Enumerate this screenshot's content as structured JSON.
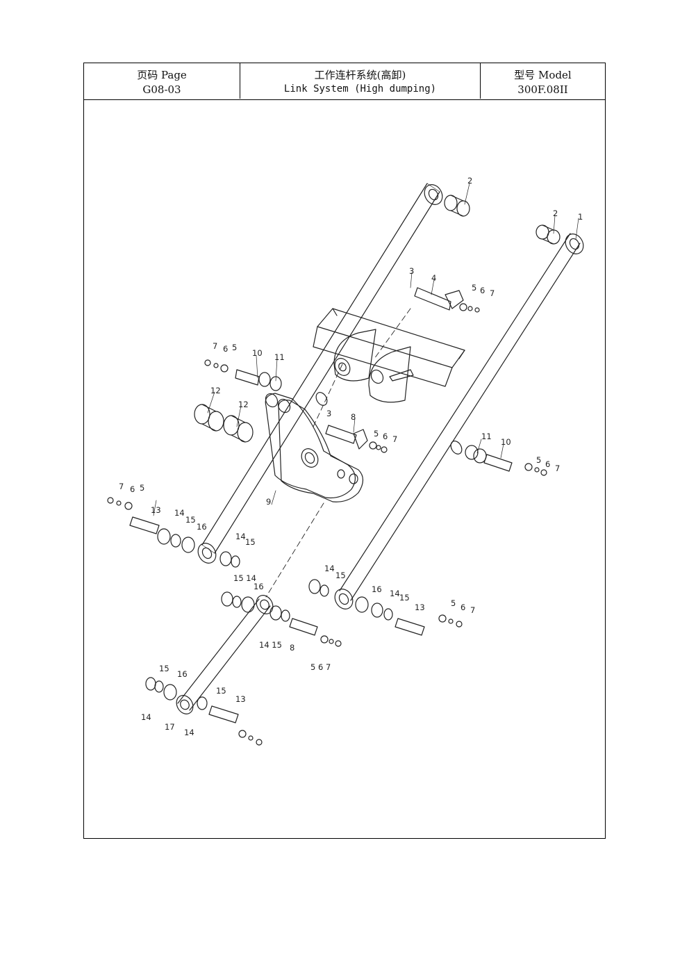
{
  "header": {
    "page_label": "页码 Page",
    "page_number": "G08-03",
    "title_cn": "工作连杆系统(高卸)",
    "title_en": "Link System (High dumping)",
    "model_label": "型号  Model",
    "model_value": "300F.08II"
  },
  "callouts": {
    "n1": "1",
    "n2": "2",
    "n3": "3",
    "n4": "4",
    "n5": "5",
    "n6": "6",
    "n7": "7",
    "n8": "8",
    "n9": "9",
    "n10": "10",
    "n11": "11",
    "n12": "12",
    "n13": "13",
    "n14": "14",
    "n15": "15",
    "n16": "16",
    "n17": "17",
    "n1514": "15 14",
    "n1415": "14 15",
    "n567": "5 6 7"
  }
}
